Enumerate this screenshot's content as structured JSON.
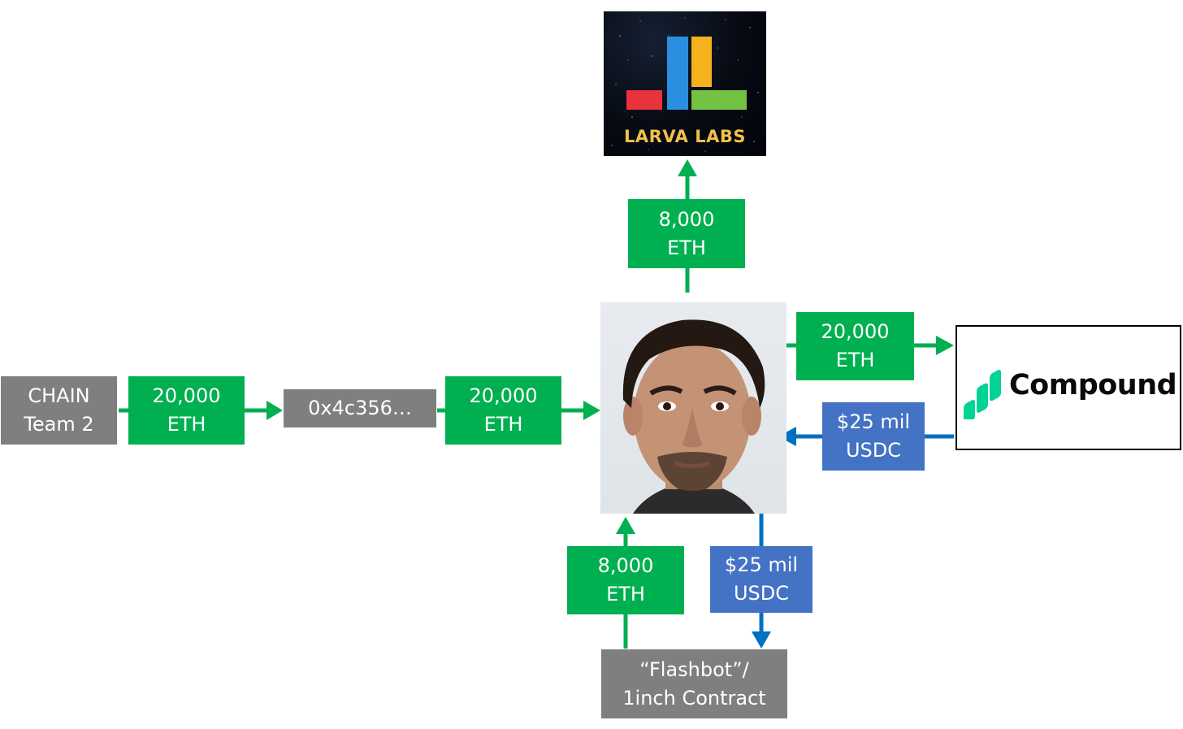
{
  "nodes": {
    "chain_team": {
      "line1": "CHAIN",
      "line2": "Team 2"
    },
    "eth_left": {
      "line1": "20,000",
      "line2": "ETH"
    },
    "address": {
      "label": "0x4c356…"
    },
    "eth_mid": {
      "line1": "20,000",
      "line2": "ETH"
    },
    "eth_top": {
      "line1": "8,000",
      "line2": "ETH"
    },
    "eth_right": {
      "line1": "20,000",
      "line2": "ETH"
    },
    "usdc_right": {
      "line1": "$25 mil",
      "line2": "USDC"
    },
    "eth_bottom": {
      "line1": "8,000",
      "line2": "ETH"
    },
    "usdc_bottom": {
      "line1": "$25 mil",
      "line2": "USDC"
    },
    "flashbot": {
      "line1": "“Flashbot”/",
      "line2": "1inch Contract"
    }
  },
  "logos": {
    "larva_labs": "LARVA LABS",
    "compound": "Compound"
  },
  "colors": {
    "eth_flow": "#00b050",
    "usdc_flow": "#4472c4",
    "usdc_arrow": "#0070c0",
    "entity": "#7f7f7f"
  }
}
